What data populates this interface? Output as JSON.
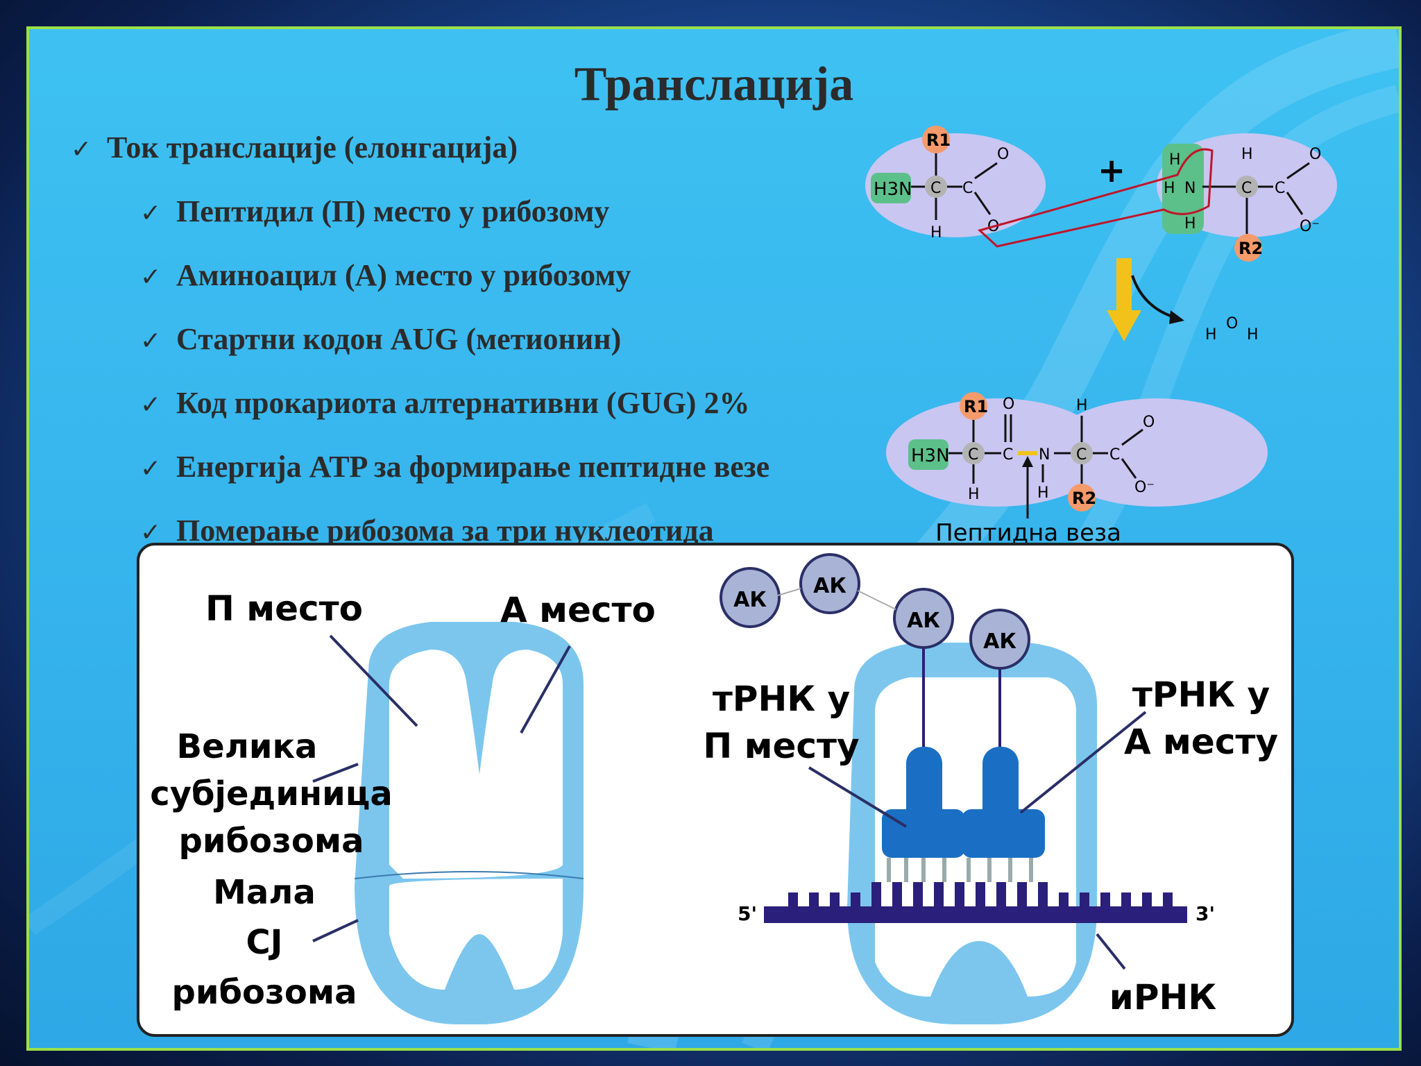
{
  "title": "Транслација",
  "bullets": [
    {
      "text": "Ток транслације (елонгација)",
      "level": 1
    },
    {
      "text": "Пептидил (П) место у рибозому",
      "level": 2
    },
    {
      "text": "Аминоацил (А) место у рибозому",
      "level": 2
    },
    {
      "text": "Стартни кодон AUG (метионин)",
      "level": 2
    },
    {
      "text": "Код прокариота алтернативни (GUG) 2%",
      "level": 2
    },
    {
      "text": "Енергија ATP за формирање пептидне везе",
      "level": 2
    },
    {
      "text": "Померање рибозома за три нуклеотида",
      "level": 2
    }
  ],
  "check_symbol": "✓",
  "chem": {
    "r1": "R1",
    "r2": "R2",
    "h3n": "H3N",
    "plus_sign": "+",
    "c": "C",
    "n": "N",
    "h": "H",
    "o": "O",
    "o_minus": "O⁻",
    "water_o": "O",
    "water_h": "H",
    "bond_label": "Пептидна веза"
  },
  "ribosome": {
    "p_site": "П место",
    "a_site": "А место",
    "large_subunit": [
      "Велика",
      "субјединица",
      "рибозома"
    ],
    "small_subunit": [
      "Мала",
      "СЈ",
      "рибозома"
    ],
    "amino_acid": "АК",
    "trna_p": [
      "тРНК у",
      "П месту"
    ],
    "trna_a": [
      "тРНК у",
      "А месту"
    ],
    "mrna": "иРНК",
    "five_prime": "5'",
    "three_prime": "3'"
  },
  "colors": {
    "accent_border": "#9be04a",
    "slide_bg": "#38b7ee",
    "ribosome": "#7cc6ee",
    "trna": "#1a6fc4",
    "mrna": "#2a1f7a",
    "aa_circle": "#a9b3d6",
    "r_group": "#f59a6a",
    "h3n_group": "#5cc08a",
    "molecule_bg": "#c9c6f2"
  }
}
